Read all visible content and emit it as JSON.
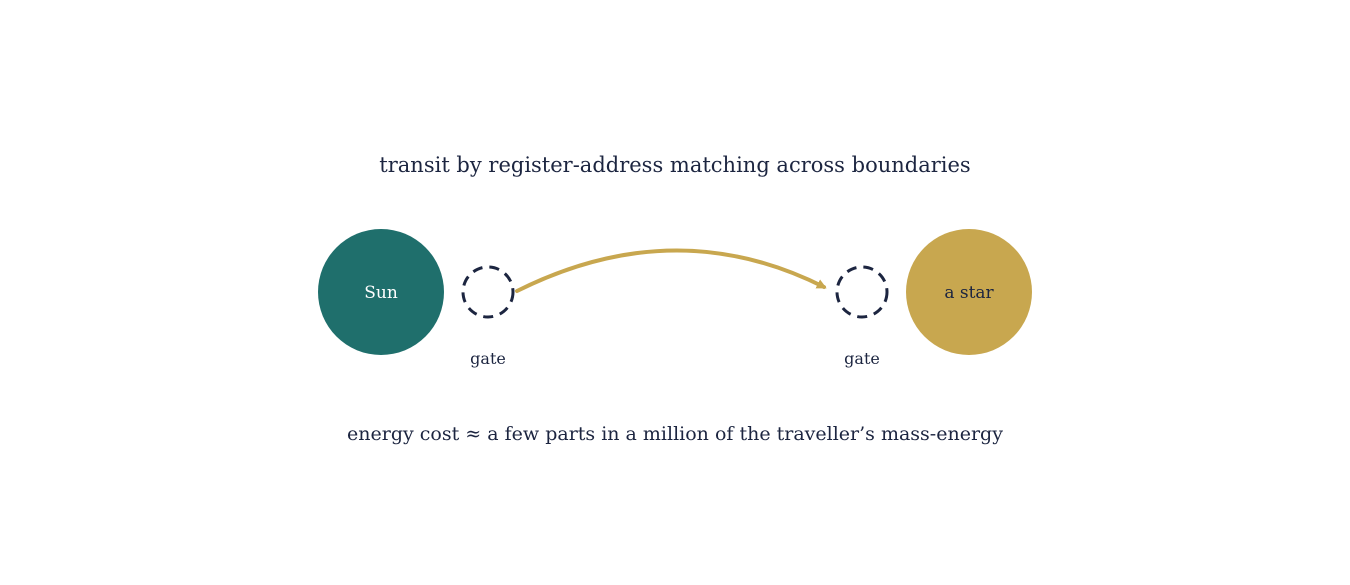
{
  "title": "transit by register-address matching across boundaries",
  "nodes": {
    "origin": {
      "label": "Sun",
      "color": "#1f6f6c",
      "label_color": "#ffffff"
    },
    "destination": {
      "label": "a star",
      "color": "#c8a74f",
      "label_color": "#1c2540"
    }
  },
  "gates": {
    "left": {
      "label": "gate"
    },
    "right": {
      "label": "gate"
    },
    "outline_color": "#1c2540"
  },
  "transit_arrow": {
    "color": "#c8a74f"
  },
  "footer": "energy cost ≈ a few parts in a million of the traveller’s mass-energy",
  "colors": {
    "text": "#1c2540",
    "background": "#ffffff"
  }
}
